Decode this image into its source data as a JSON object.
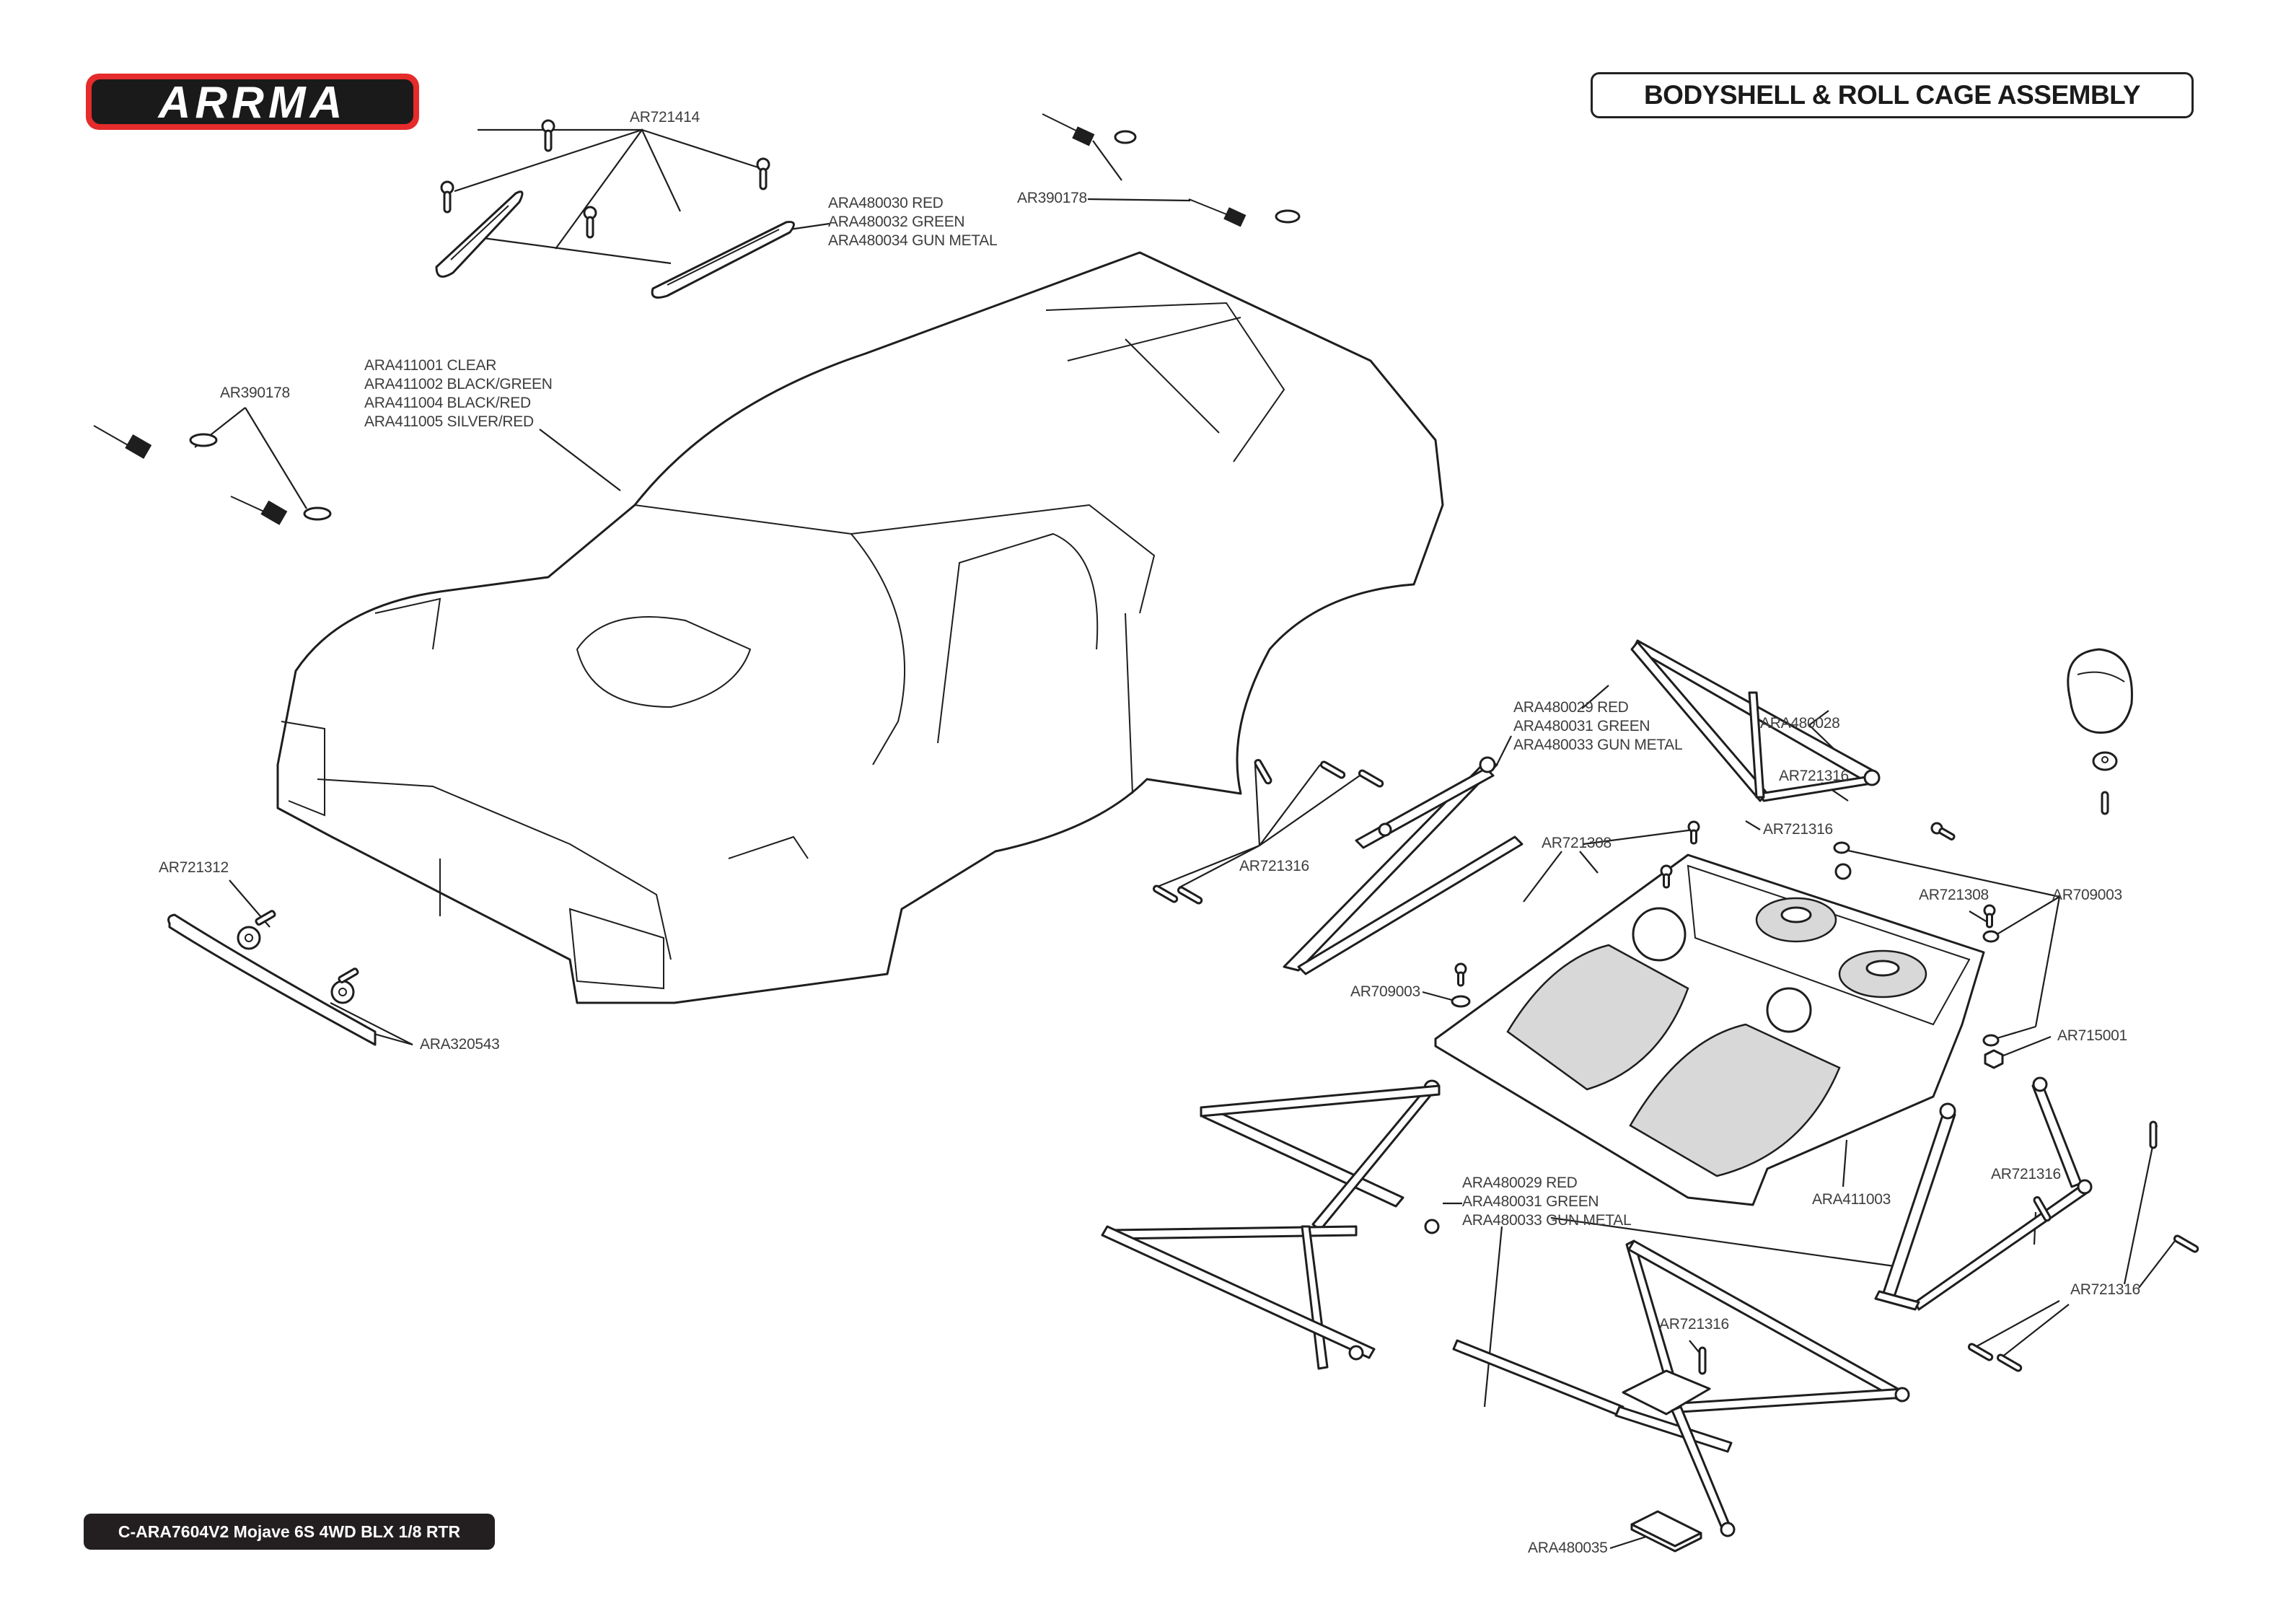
{
  "brand": {
    "logo_text": "ARRMA",
    "logo_colors": {
      "outline": "#e52b2b",
      "letters": "#ffffff",
      "stroke": "#1a1a1a"
    }
  },
  "header": {
    "title": "BODYSHELL & ROLL CAGE ASSEMBLY"
  },
  "footer": {
    "model": "C-ARA7604V2 Mojave 6S 4WD BLX 1/8 RTR"
  },
  "callouts": {
    "screws_top": {
      "lines": [
        "AR721414"
      ]
    },
    "roof_fins": {
      "lines": [
        "ARA480030 RED",
        "ARA480032 GREEN",
        "ARA480034 GUN METAL"
      ]
    },
    "body_clips_right": {
      "lines": [
        "AR390178"
      ]
    },
    "body_clips_left": {
      "lines": [
        "AR390178"
      ]
    },
    "bodyshell": {
      "lines": [
        "ARA411001 CLEAR",
        "ARA411002 BLACK/GREEN",
        "ARA411004 BLACK/RED",
        "ARA411005 SILVER/RED"
      ]
    },
    "bumper_screws": {
      "lines": [
        "AR721312"
      ]
    },
    "front_bumper": {
      "lines": [
        "ARA320543"
      ]
    },
    "cage_pins_upper": {
      "lines": [
        "AR721316"
      ]
    },
    "rear_cage_upper": {
      "lines": [
        "ARA480029 RED",
        "ARA480031 GREEN",
        "ARA480033 GUN METAL"
      ]
    },
    "helmet": {
      "lines": [
        "ARA480028"
      ]
    },
    "helmet_pin": {
      "lines": [
        "AR721316"
      ]
    },
    "cage_pin_mid": {
      "lines": [
        "AR721316"
      ]
    },
    "interior_screws": {
      "lines": [
        "AR721308"
      ]
    },
    "interior_screw_right": {
      "lines": [
        "AR721308"
      ]
    },
    "washers_right": {
      "lines": [
        "AR709003"
      ]
    },
    "washer_left": {
      "lines": [
        "AR709003"
      ]
    },
    "nut": {
      "lines": [
        "AR715001"
      ]
    },
    "interior": {
      "lines": [
        "ARA411003"
      ]
    },
    "side_cage_pin": {
      "lines": [
        "AR721316"
      ]
    },
    "lower_cage": {
      "lines": [
        "ARA480029 RED",
        "ARA480031 GREEN",
        "ARA480033 GUN METAL"
      ]
    },
    "side_cage_pins": {
      "lines": [
        "AR721316"
      ]
    },
    "front_cage_pin": {
      "lines": [
        "AR721316"
      ]
    },
    "pad": {
      "lines": [
        "ARA480035"
      ]
    }
  }
}
